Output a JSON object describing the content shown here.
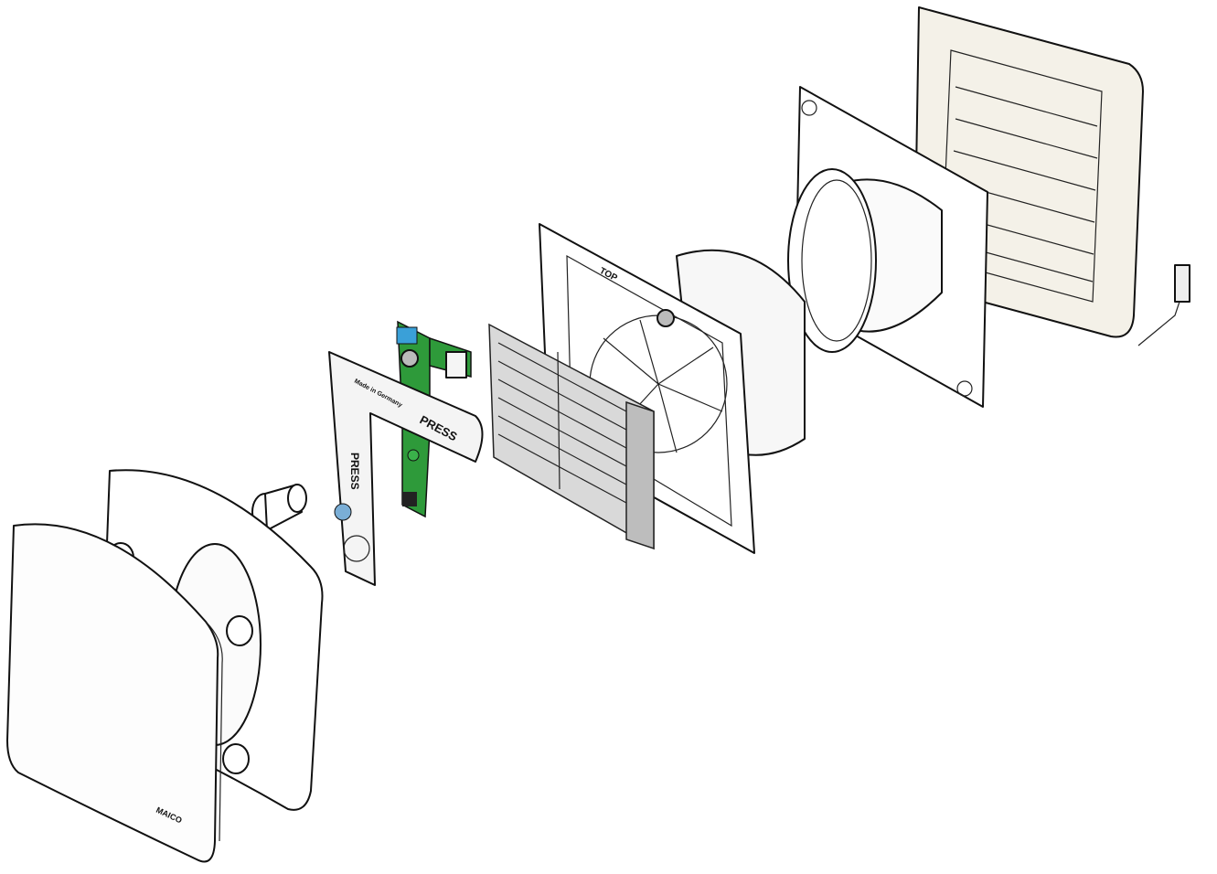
{
  "labels": {
    "switch_press_vertical": "PRESS",
    "switch_press_horizontal": "PRESS",
    "made_in": "Made in Germany",
    "housing_top": "TOP",
    "cover_logo": "MAICO"
  },
  "colors": {
    "pcb": "#2e9a3a",
    "button_blue": "#3aa0d8",
    "grille": "#d9d9d9",
    "outer_grille": "#f4f1e8"
  }
}
